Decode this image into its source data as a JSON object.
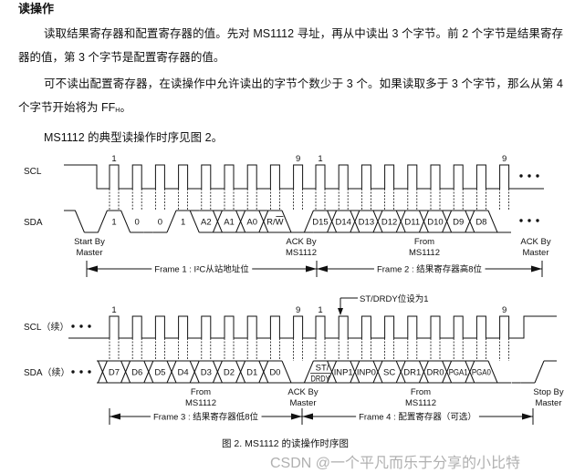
{
  "heading": "读操作",
  "paragraphs": {
    "p1": "读取结果寄存器和配置寄存器的值。先对 MS1112 寻址，再从中读出 3 个字节。前 2 个字节是结果寄存器的值，第 3 个字节是配置寄存器的值。",
    "p2": {
      "text": "可不读出配置寄存器，在读操作中允许读出的字节个数少于 3 个。如果读取多于 3 个字节，那么从第 4 个字节开始将为 ",
      "ff": "FF",
      "sub": "H",
      "end": "。"
    },
    "p3": "MS1112 的典型读操作时序见图 2。"
  },
  "figure": {
    "timing_1": {
      "scl_label": "SCL",
      "sda_label": "SDA",
      "clock_numbers": [
        "1",
        "9",
        "1",
        "9"
      ],
      "sda_bits": [
        "1",
        "0",
        "0",
        "1",
        "A2",
        "A1",
        "A0",
        "R/W",
        "D15",
        "D14",
        "D13",
        "D12",
        "D11",
        "D10",
        "D9",
        "D8"
      ],
      "annotations": [
        {
          "lines": [
            "Start By",
            "Master"
          ]
        },
        {
          "lines": [
            "ACK By",
            "MS1112"
          ]
        },
        {
          "lines": [
            "From",
            "MS1112"
          ]
        },
        {
          "lines": [
            "ACK By",
            "Master"
          ]
        }
      ],
      "frames": [
        "Frame 1 : I²C从站地址位",
        "Frame 2 : 结果寄存器高8位"
      ]
    },
    "timing_2": {
      "scl_label": "SCL（续）",
      "sda_label": "SDA（续）",
      "clock_numbers": [
        "1",
        "9",
        "1",
        "9"
      ],
      "callout": "ST/DRDY位设为1",
      "sda_bits": [
        "D7",
        "D6",
        "D5",
        "D4",
        "D3",
        "D2",
        "D1",
        "D0",
        "ST/DRDY",
        "INP1",
        "INP0",
        "SC",
        "DR1",
        "DR0",
        "PGA1",
        "PGA0"
      ],
      "annotations": [
        {
          "lines": [
            "From",
            "MS1112"
          ]
        },
        {
          "lines": [
            "ACK By",
            "Master"
          ]
        },
        {
          "lines": [
            "From",
            "MS1112"
          ]
        },
        {
          "lines": [
            "Stop By",
            "Master"
          ]
        }
      ],
      "frames": [
        "Frame 3 : 结果寄存器低8位",
        "Frame 4 : 配置寄存器（可选）"
      ]
    },
    "caption": "图 2. MS1112 的读操作时序图"
  },
  "watermark": "CSDN @一个平凡而乐于分享的小比特"
}
